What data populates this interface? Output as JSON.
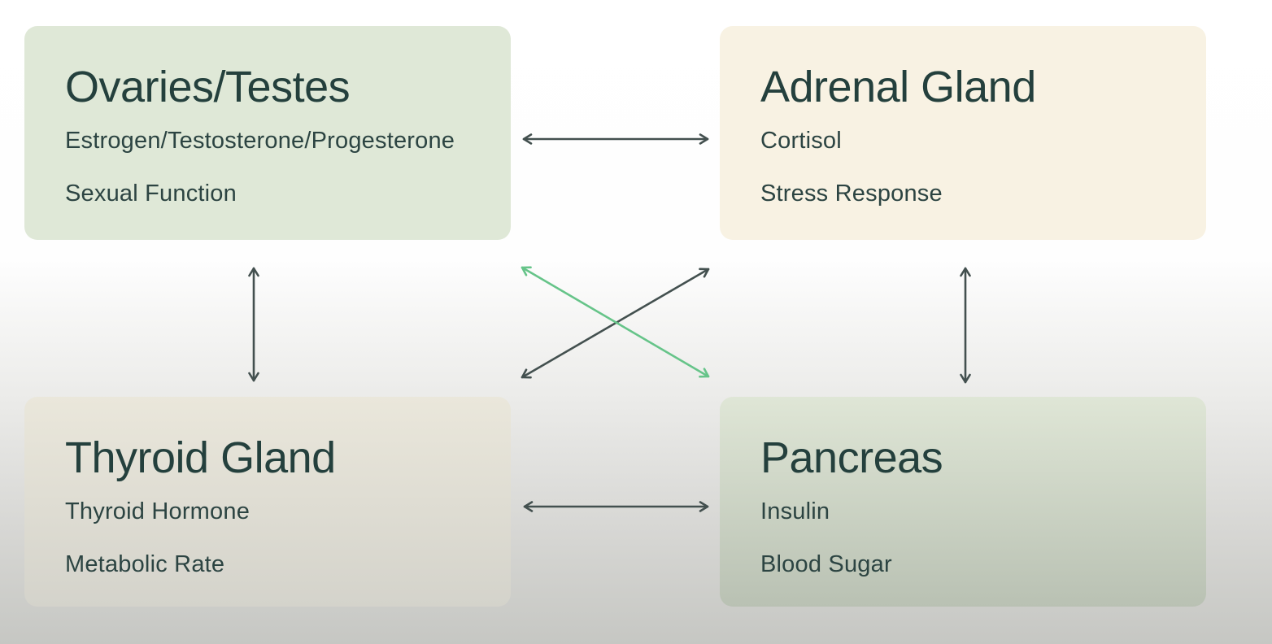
{
  "colors": {
    "page_background_top": "#ffffff",
    "page_background_bottom": "#c6c7c3",
    "arrow_dark": "#43504f",
    "arrow_green": "#66c489",
    "title_text": "#24403d",
    "body_text": "#2c4442",
    "node_ovaries_bg": "#dfe8d7",
    "node_adrenal_bg": "#f8f2e3",
    "node_thyroid_bg": "#e4e1d5",
    "node_pancreas_bg": "#d2d9c9"
  },
  "diagram": {
    "nodes": [
      {
        "title": "Ovaries/Testes",
        "lines": [
          "Estrogen/Testosterone/Progesterone",
          "Sexual Function"
        ]
      },
      {
        "title": "Adrenal Gland",
        "lines": [
          "Cortisol",
          "Stress Response"
        ]
      },
      {
        "title": "Thyroid Gland",
        "lines": [
          "Thyroid Hormone",
          "Metabolic Rate"
        ]
      },
      {
        "title": "Pancreas",
        "lines": [
          "Insulin",
          "Blood Sugar"
        ]
      }
    ],
    "connections": [
      {
        "from": "Ovaries/Testes",
        "to": "Adrenal Gland",
        "color": "dark",
        "bidirectional": true
      },
      {
        "from": "Ovaries/Testes",
        "to": "Thyroid Gland",
        "color": "dark",
        "bidirectional": true
      },
      {
        "from": "Adrenal Gland",
        "to": "Pancreas",
        "color": "dark",
        "bidirectional": true
      },
      {
        "from": "Thyroid Gland",
        "to": "Pancreas",
        "color": "dark",
        "bidirectional": true
      },
      {
        "from": "Thyroid Gland",
        "to": "Adrenal Gland",
        "color": "dark",
        "bidirectional": true
      },
      {
        "from": "Ovaries/Testes",
        "to": "Pancreas",
        "color": "green",
        "bidirectional": true
      }
    ]
  }
}
